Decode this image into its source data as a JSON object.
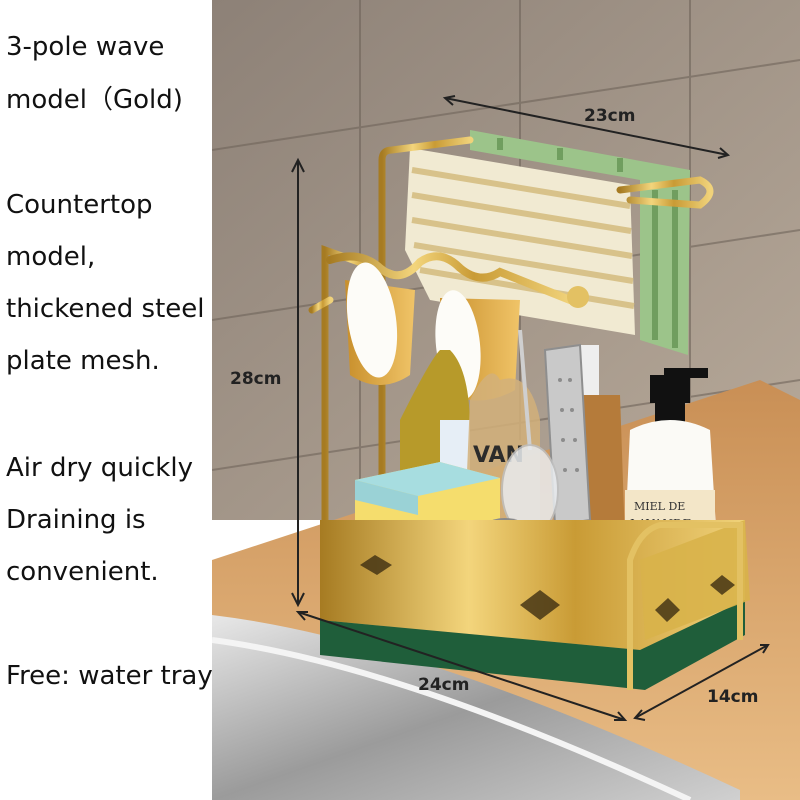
{
  "left_text": {
    "line1": "3-pole wave",
    "line2": "model（Gold)",
    "line3": "Countertop",
    "line4": "model,",
    "line5": "thickened steel",
    "line6": "plate mesh.",
    "line7": "Air dry quickly",
    "line8": "Draining is",
    "line9": "convenient.",
    "line10": "Free: water tray"
  },
  "dimensions": {
    "width_top": "23cm",
    "height": "28cm",
    "length_bottom": "24cm",
    "depth": "14cm"
  },
  "labels": {
    "bottle_label_1": "MIEL DE",
    "bottle_label_2": "LAVANDE",
    "bottle_label_3": "VAN"
  },
  "colors": {
    "gold": "#d8b24a",
    "tray_green": "#1f5e3a",
    "counter": "#d9a66b",
    "wall": "#8a7d70"
  }
}
